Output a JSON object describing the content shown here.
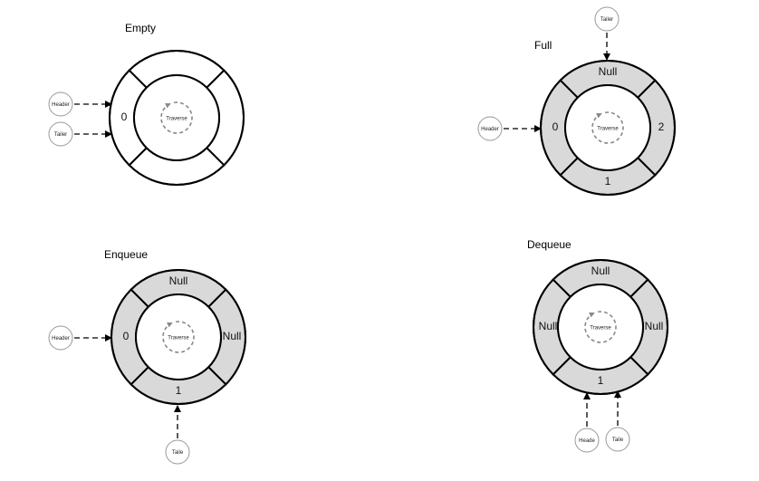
{
  "colors": {
    "stroke": "#000000",
    "filled_segment": "#d9d9d9",
    "empty_segment": "#ffffff",
    "pointer_circle_stroke": "#999999",
    "traverse_arrow": "#888888"
  },
  "diagrams": [
    {
      "id": "empty",
      "title": "Empty",
      "traverse_label": "Traverse",
      "segments": {
        "top": {
          "label": "",
          "filled": false
        },
        "right": {
          "label": "",
          "filled": false
        },
        "bottom": {
          "label": "",
          "filled": false
        },
        "left": {
          "label": "0",
          "filled": false
        }
      },
      "pointers": [
        {
          "label": "Header",
          "points_to": "left"
        },
        {
          "label": "Tailer",
          "points_to": "left"
        }
      ]
    },
    {
      "id": "full",
      "title": "Full",
      "traverse_label": "Traverse",
      "segments": {
        "top": {
          "label": "Null",
          "filled": true
        },
        "right": {
          "label": "2",
          "filled": true
        },
        "bottom": {
          "label": "1",
          "filled": true
        },
        "left": {
          "label": "0",
          "filled": true
        }
      },
      "pointers": [
        {
          "label": "Tailer",
          "points_to": "top"
        },
        {
          "label": "Header",
          "points_to": "left"
        }
      ]
    },
    {
      "id": "enqueue",
      "title": "Enqueue",
      "traverse_label": "Traverse",
      "segments": {
        "top": {
          "label": "Null",
          "filled": true
        },
        "right": {
          "label": "Null",
          "filled": true
        },
        "bottom": {
          "label": "1",
          "filled": true
        },
        "left": {
          "label": "0",
          "filled": true
        }
      },
      "pointers": [
        {
          "label": "Header",
          "points_to": "left"
        },
        {
          "label": "Taile",
          "points_to": "bottom"
        }
      ]
    },
    {
      "id": "dequeue",
      "title": "Dequeue",
      "traverse_label": "Traverse",
      "segments": {
        "top": {
          "label": "Null",
          "filled": true
        },
        "right": {
          "label": "Null",
          "filled": true
        },
        "bottom": {
          "label": "1",
          "filled": true
        },
        "left": {
          "label": "Null",
          "filled": true
        }
      },
      "pointers": [
        {
          "label": "Heade",
          "points_to": "bottom"
        },
        {
          "label": "Taile",
          "points_to": "bottom"
        }
      ]
    }
  ]
}
